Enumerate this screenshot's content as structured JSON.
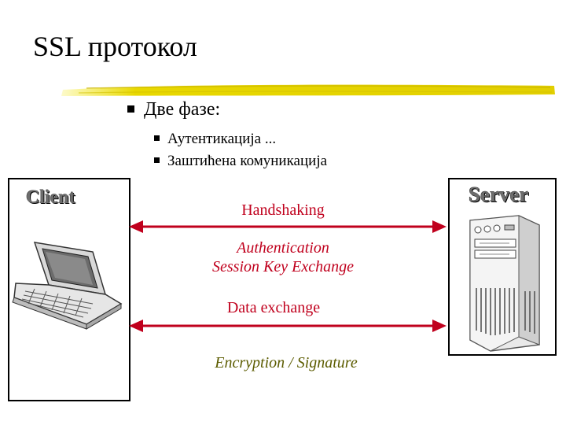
{
  "slide": {
    "title": "SSL протокол",
    "bullet_main": "Две фазе:",
    "sub_bullets": [
      "Аутентикација ...",
      "Заштићена комуникација"
    ]
  },
  "diagram": {
    "client_label": "Client",
    "server_label": "Server",
    "handshaking_label": "Handshaking",
    "handshake_details": [
      "Authentication",
      "Session Key Exchange"
    ],
    "data_exchange_label": "Data exchange",
    "data_exchange_detail": "Encryption / Signature"
  },
  "colors": {
    "accent_red": "#c0001d",
    "underline_yellow": "#e6d600",
    "detail_olive": "#5c5c00"
  },
  "icons": [
    "laptop-icon",
    "server-tower-icon"
  ]
}
